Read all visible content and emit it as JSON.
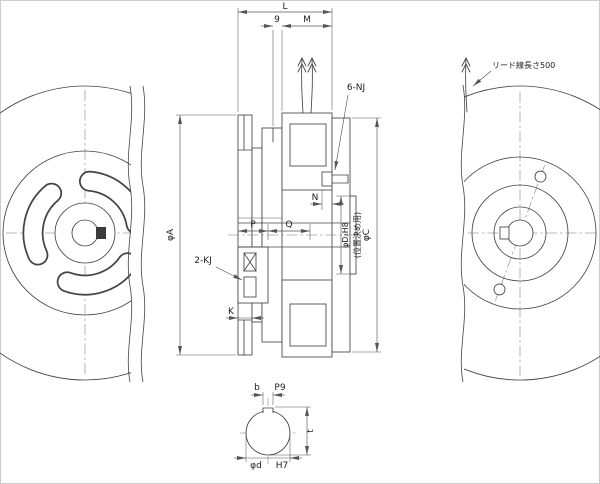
{
  "page": {
    "background": "#ffffff",
    "frame_color": "#cccccc",
    "line_color": "#444444"
  },
  "labels": {
    "L": "L",
    "nine": "9",
    "M": "M",
    "phiA": "φA",
    "phiC": "φC",
    "phiD3H8": "φD₃H8",
    "positioning": "(位置決め用)",
    "P": "P",
    "Q": "Q",
    "N": "N",
    "K": "K",
    "kj": "2-KJ",
    "nj": "6-NJ",
    "lead_wire_note": "リード線長さ500",
    "b": "b",
    "P9": "P9",
    "t": "t",
    "phid": "φd",
    "H7": "H7"
  }
}
